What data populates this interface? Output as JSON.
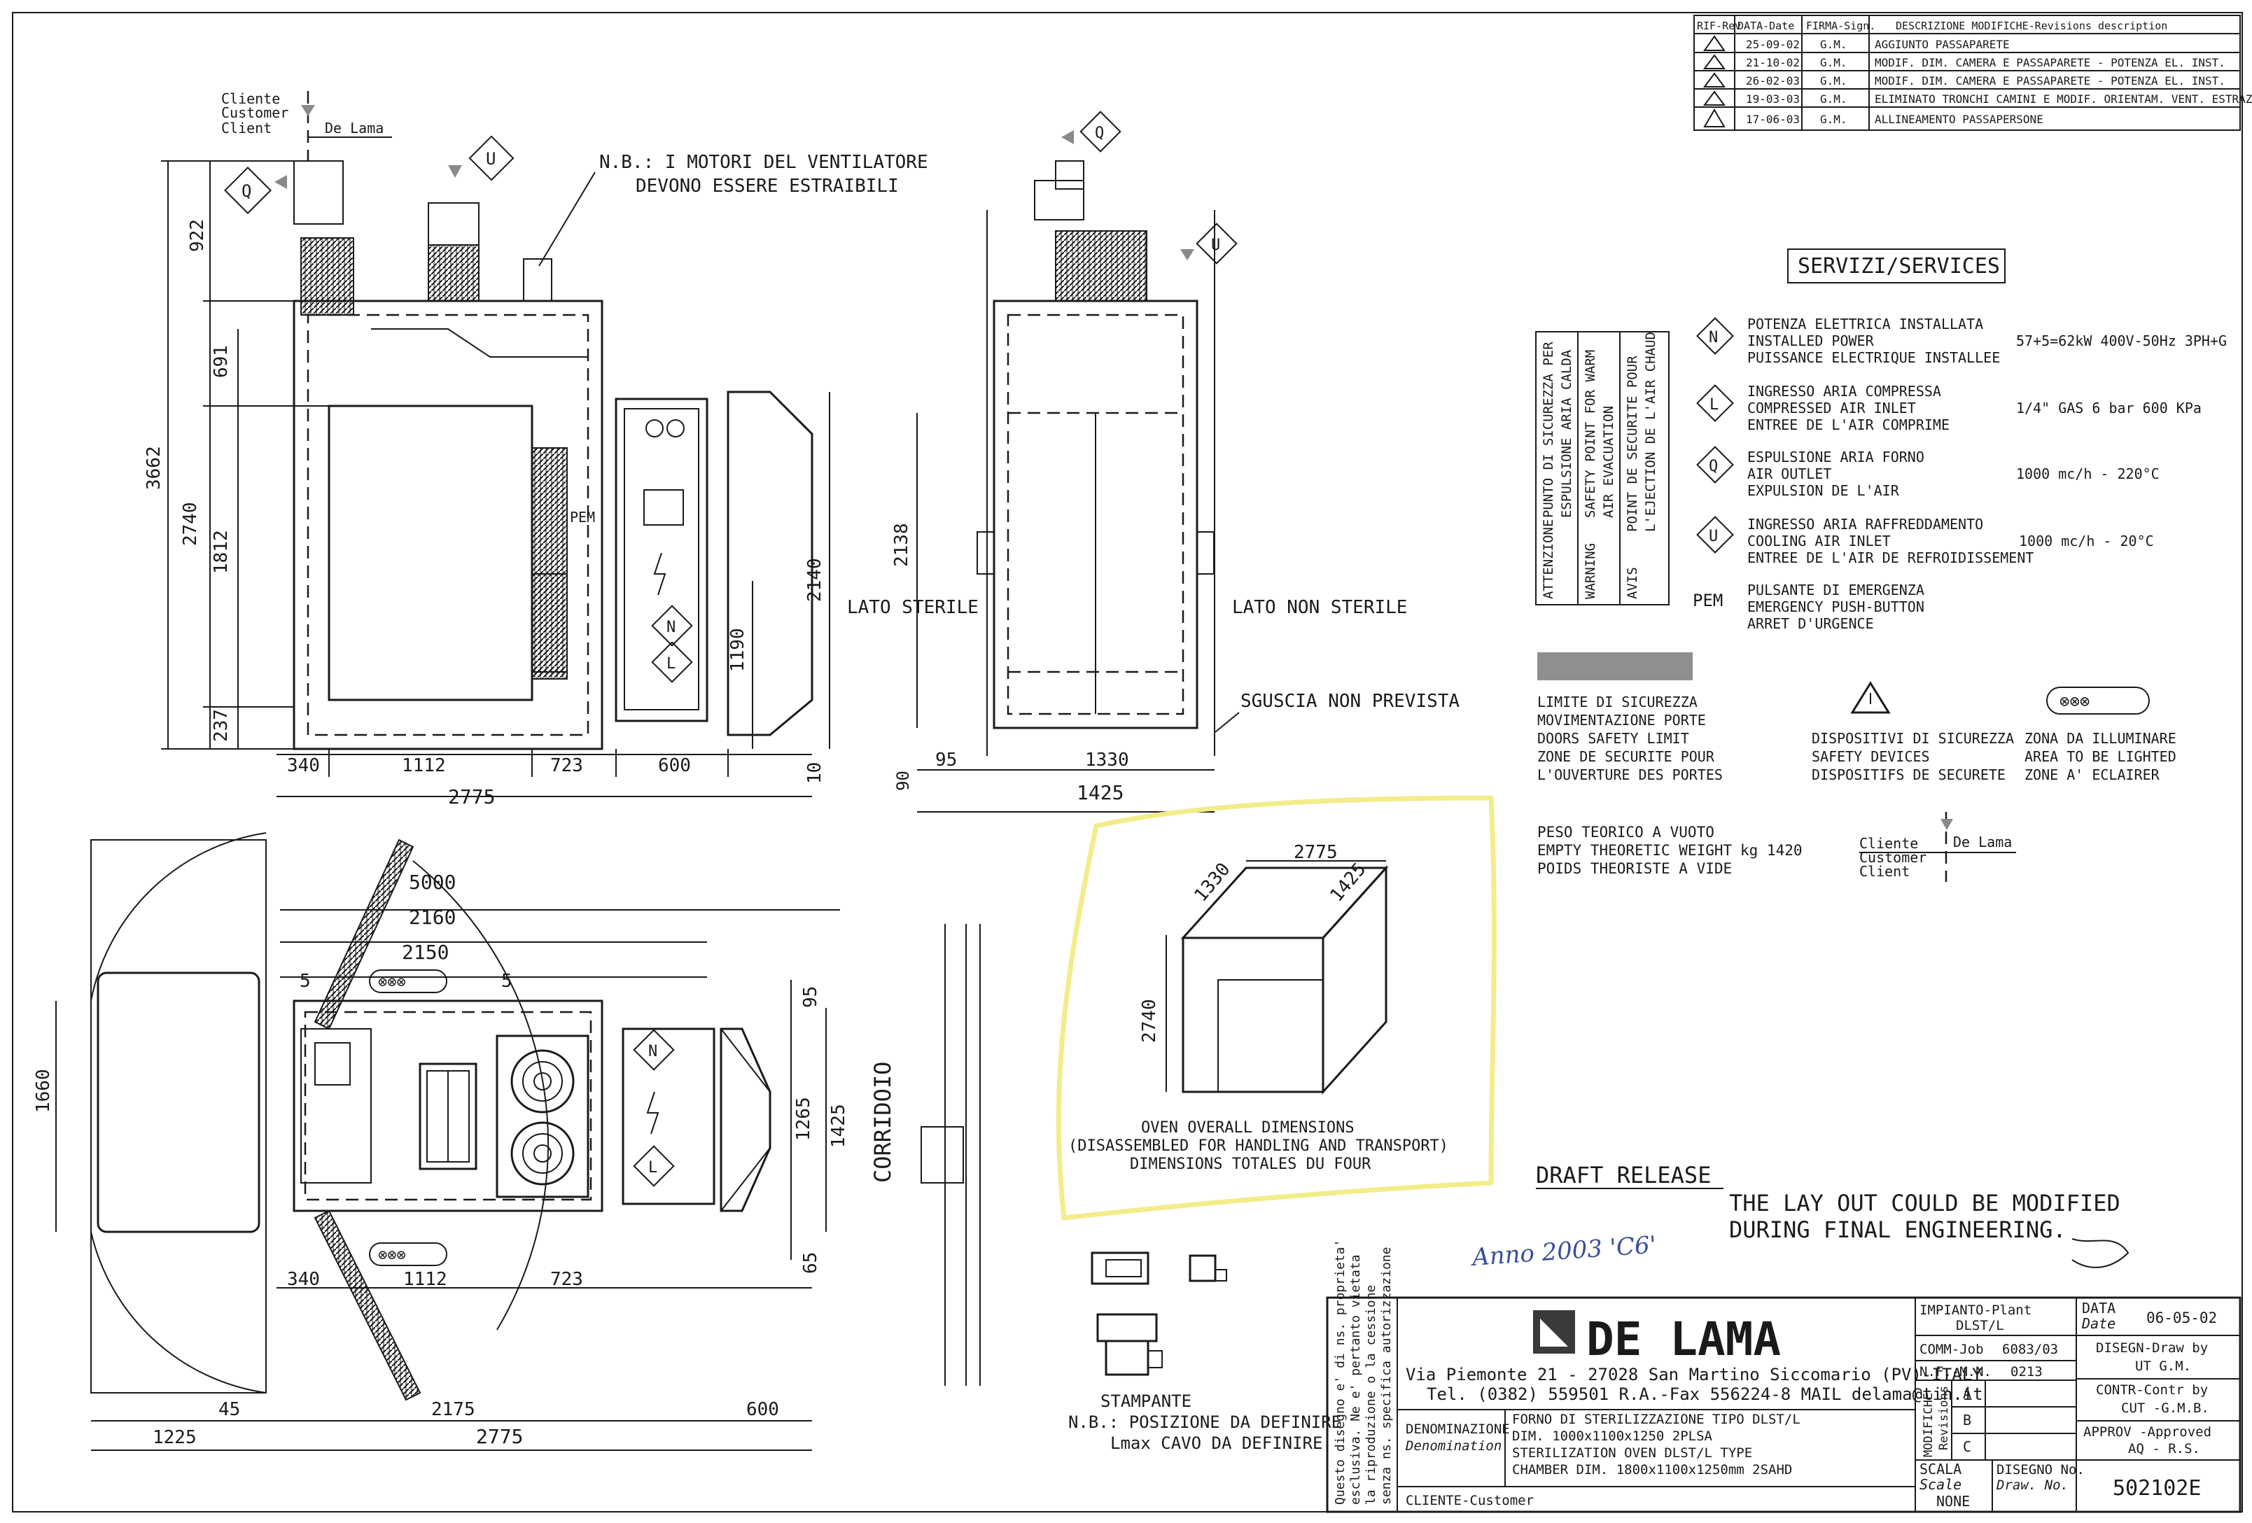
{
  "revisions": {
    "headers": [
      "RIF-Rev",
      "DATA-Date",
      "FIRMA-Sign.",
      "DESCRIZIONE MODIFICHE-Revisions description"
    ],
    "rows": [
      [
        "",
        "25-09-02",
        "G.M.",
        "AGGIUNTO PASSAPARETE"
      ],
      [
        "",
        "21-10-02",
        "G.M.",
        "MODIF. DIM. CAMERA E PASSAPARETE - POTENZA EL. INST."
      ],
      [
        "",
        "26-02-03",
        "G.M.",
        "MODIF. DIM. CAMERA E PASSAPARETE - POTENZA EL. INST."
      ],
      [
        "",
        "19-03-03",
        "G.M.",
        "ELIMINATO TRONCHI CAMINI E MODIF. ORIENTAM. VENT. ESTRAZ."
      ],
      [
        "",
        "17-06-03",
        "G.M.",
        "ALLINEAMENTO PASSAPERSONE"
      ]
    ]
  },
  "client": {
    "label1": "Cliente",
    "label2": "Customer",
    "label3": "Client",
    "name": "De Lama"
  },
  "note_motors": {
    "line1": "N.B.: I MOTORI DEL VENTILATORE",
    "line2": "DEVONO ESSERE ESTRAIBILI"
  },
  "markers": {
    "Q": "Q",
    "U": "U",
    "N": "N",
    "L": "L",
    "PEM": "PEM"
  },
  "front_view": {
    "dims_left": [
      "922",
      "691",
      "3662",
      "2740",
      "1812",
      "237"
    ],
    "dims_right": [
      "2140",
      "1190",
      "10"
    ],
    "dims_bottom": [
      "340",
      "1112",
      "723",
      "600"
    ],
    "overall": "2775"
  },
  "side_view": {
    "label_left": "LATO STERILE",
    "label_right": "LATO NON STERILE",
    "note_bottom": "SGUSCIA NON PREVISTA",
    "dim_height": "2138",
    "dim_90": "90",
    "dims_bottom": [
      "95",
      "1330"
    ],
    "overall": "1425"
  },
  "plan_view": {
    "dims_top": [
      "5000",
      "2160",
      "2150"
    ],
    "dim_5_left": "5",
    "dim_5_right": "5",
    "dim_95": "95",
    "dim_1660": "1660",
    "dims_right": [
      "1265",
      "1425"
    ],
    "dim_65": "65",
    "corridor": "CORRIDOIO",
    "dims_bottom": [
      "340",
      "1112",
      "723"
    ],
    "dim_45": "45",
    "dim_2175": "2175",
    "dim_600": "600",
    "dim_1225": "1225",
    "overall": "2775",
    "zone_symbol": "⊗⊗⊗"
  },
  "services": {
    "title": "SERVIZI/SERVICES",
    "items": [
      {
        "symbol": "N",
        "lines": [
          "POTENZA ELETTRICA INSTALLATA",
          "INSTALLED POWER",
          "PUISSANCE ELECTRIQUE INSTALLEE"
        ],
        "value": "57+5=62kW 400V-50Hz 3PH+G"
      },
      {
        "symbol": "L",
        "lines": [
          "INGRESSO ARIA COMPRESSA",
          "COMPRESSED AIR INLET",
          "ENTREE DE L'AIR COMPRIME"
        ],
        "value": "1/4\" GAS 6 bar 600 KPa"
      },
      {
        "symbol": "Q",
        "lines": [
          "ESPULSIONE ARIA FORNO",
          "AIR OUTLET",
          "EXPULSION DE L'AIR"
        ],
        "value": "1000 mc/h - 220°C"
      },
      {
        "symbol": "U",
        "lines": [
          "INGRESSO ARIA RAFFREDDAMENTO",
          "COOLING AIR INLET",
          "ENTREE DE L'AIR DE REFROIDISSEMENT"
        ],
        "value": "1000 mc/h - 20°C"
      },
      {
        "symbol": "PEM",
        "lines": [
          "PULSANTE DI EMERGENZA",
          "EMERGENCY PUSH-BUTTON",
          "ARRET D'URGENCE"
        ],
        "value": ""
      }
    ],
    "vertical_box": {
      "col1": [
        "ATTENZIONE",
        "PUNTO DI SICUREZZA PER",
        "ESPULSIONE ARIA CALDA"
      ],
      "col2": [
        "WARNING",
        "SAFETY POINT FOR WARM",
        "AIR EVACUATION"
      ],
      "col3": [
        "AVIS",
        "POINT DE SECURITE POUR",
        "L'EJECTION DE L'AIR CHAUD"
      ]
    }
  },
  "legend": {
    "limit": [
      "LIMITE DI SICUREZZA",
      "MOVIMENTAZIONE PORTE",
      "DOORS SAFETY LIMIT",
      "ZONE DE SECURITE POUR",
      "L'OUVERTURE DES PORTES"
    ],
    "devices": [
      "DISPOSITIVI DI SICUREZZA",
      "SAFETY DEVICES",
      "DISPOSITIFS DE SECURETE"
    ],
    "zone": [
      "ZONA DA ILLUMINARE",
      "AREA TO BE LIGHTED",
      "ZONE A' ECLAIRER"
    ]
  },
  "weight": {
    "lines": [
      "PESO TEORICO A VUOTO",
      "EMPTY THEORETIC WEIGHT",
      "POIDS THEORISTE A VIDE"
    ],
    "value": "kg 1420"
  },
  "client2": {
    "label1": "Cliente",
    "label2": "Customer",
    "label3": "Client",
    "name": "De Lama"
  },
  "iso_box": {
    "dim_top": "2775",
    "dim_left": "1330",
    "dim_right": "1425",
    "dim_height": "2740",
    "caption": [
      "OVEN OVERALL DIMENSIONS",
      "(DISASSEMBLED FOR HANDLING AND TRANSPORT)",
      "DIMENSIONS TOTALES DU FOUR"
    ]
  },
  "draft": {
    "title": "DRAFT RELEASE",
    "line1": "THE LAY OUT COULD BE MODIFIED",
    "line2": "DURING FINAL ENGINEERING."
  },
  "handwriting": "Anno 2003 'C6'",
  "printer": {
    "title": "STAMPANTE",
    "line1": "N.B.: POSIZIONE DA DEFINIRE",
    "line2": "Lmax CAVO DA DEFINIRE"
  },
  "title_block": {
    "disclaimer": [
      "Questo disegno e' di ns. proprieta'",
      "esclusiva. Ne e' pertanto vietata",
      "la riproduzione o la cessione",
      "senza ns. specifica autorizzazione"
    ],
    "company": "DE LAMA",
    "address": "Via Piemonte 21 - 27028 San Martino Siccomario (PV)-ITALY",
    "contact": "Tel. (0382) 559501 R.A.-Fax 556224-8 MAIL delama@tin.it",
    "denomination_label1": "DENOMINAZIONE",
    "denomination_label2": "Denomination",
    "denomination": [
      "FORNO DI STERILIZZAZIONE TIPO DLST/L",
      "DIM. 1000x1100x1250 2PLSA",
      "STERILIZATION OVEN DLST/L TYPE",
      "CHAMBER DIM. 1800x1100x1250mm 2SAHD"
    ],
    "client_label": "CLIENTE-Customer",
    "plant_label": "IMPIANTO-Plant",
    "plant": "DLST/L",
    "job_label": "COMM-Job",
    "job": "6083/03",
    "nf_label": "N.F.-M.N.",
    "nf": "0213",
    "modifiche_label": "MODIFICHE",
    "revisions_label": "Revisions",
    "rev_letters": [
      "A",
      "B",
      "C"
    ],
    "scale_label": "SCALA",
    "scale_label2": "Scale",
    "scale": "NONE",
    "drawno_label": "DISEGNO No.",
    "drawno_label2": "Draw. No.",
    "drawno": "502102E",
    "date_label": "DATA",
    "date_label2": "Date",
    "date": "06-05-02",
    "drawn_label": "DISEGN-Draw by",
    "drawn": "UT G.M.",
    "check_label": "CONTR-Contr by",
    "check": "CUT -G.M.B.",
    "approv_label": "APPROV -Approved",
    "approv": "AQ - R.S."
  }
}
